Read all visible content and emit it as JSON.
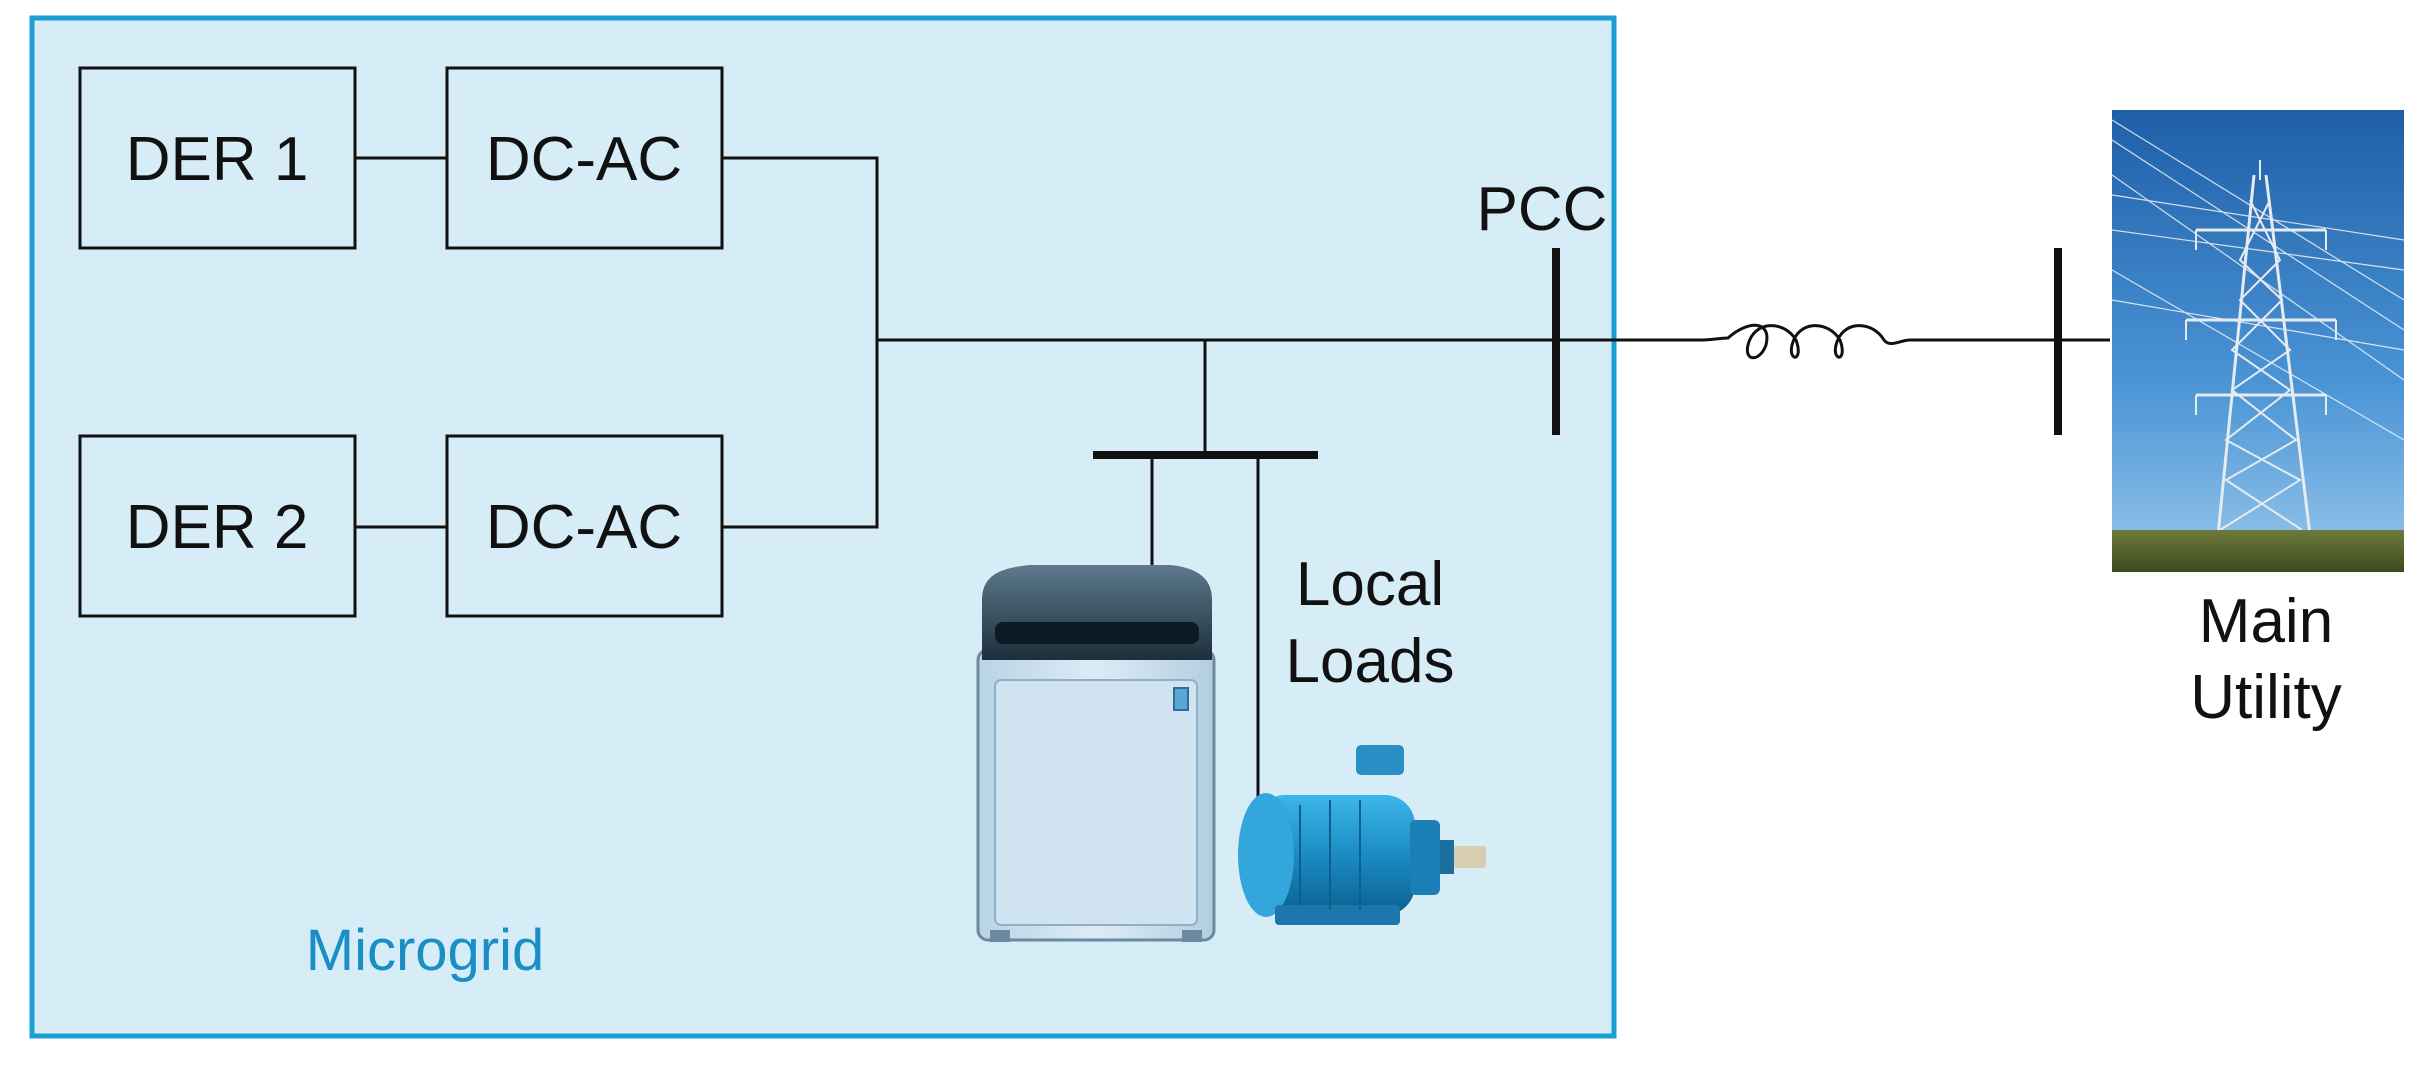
{
  "microgrid": {
    "label": "Microgrid",
    "fill_color": "#d6edf8",
    "border_color": "#1a9fd4"
  },
  "sources": [
    {
      "der_label": "DER 1",
      "converter_label": "DC-AC"
    },
    {
      "der_label": "DER 2",
      "converter_label": "DC-AC"
    }
  ],
  "pcc_label": "PCC",
  "loads": {
    "label_line1": "Local",
    "label_line2": "Loads",
    "items": [
      "washing-machine",
      "electric-motor"
    ]
  },
  "utility": {
    "label_line1": "Main",
    "label_line2": "Utility"
  },
  "line_color": "#111111"
}
